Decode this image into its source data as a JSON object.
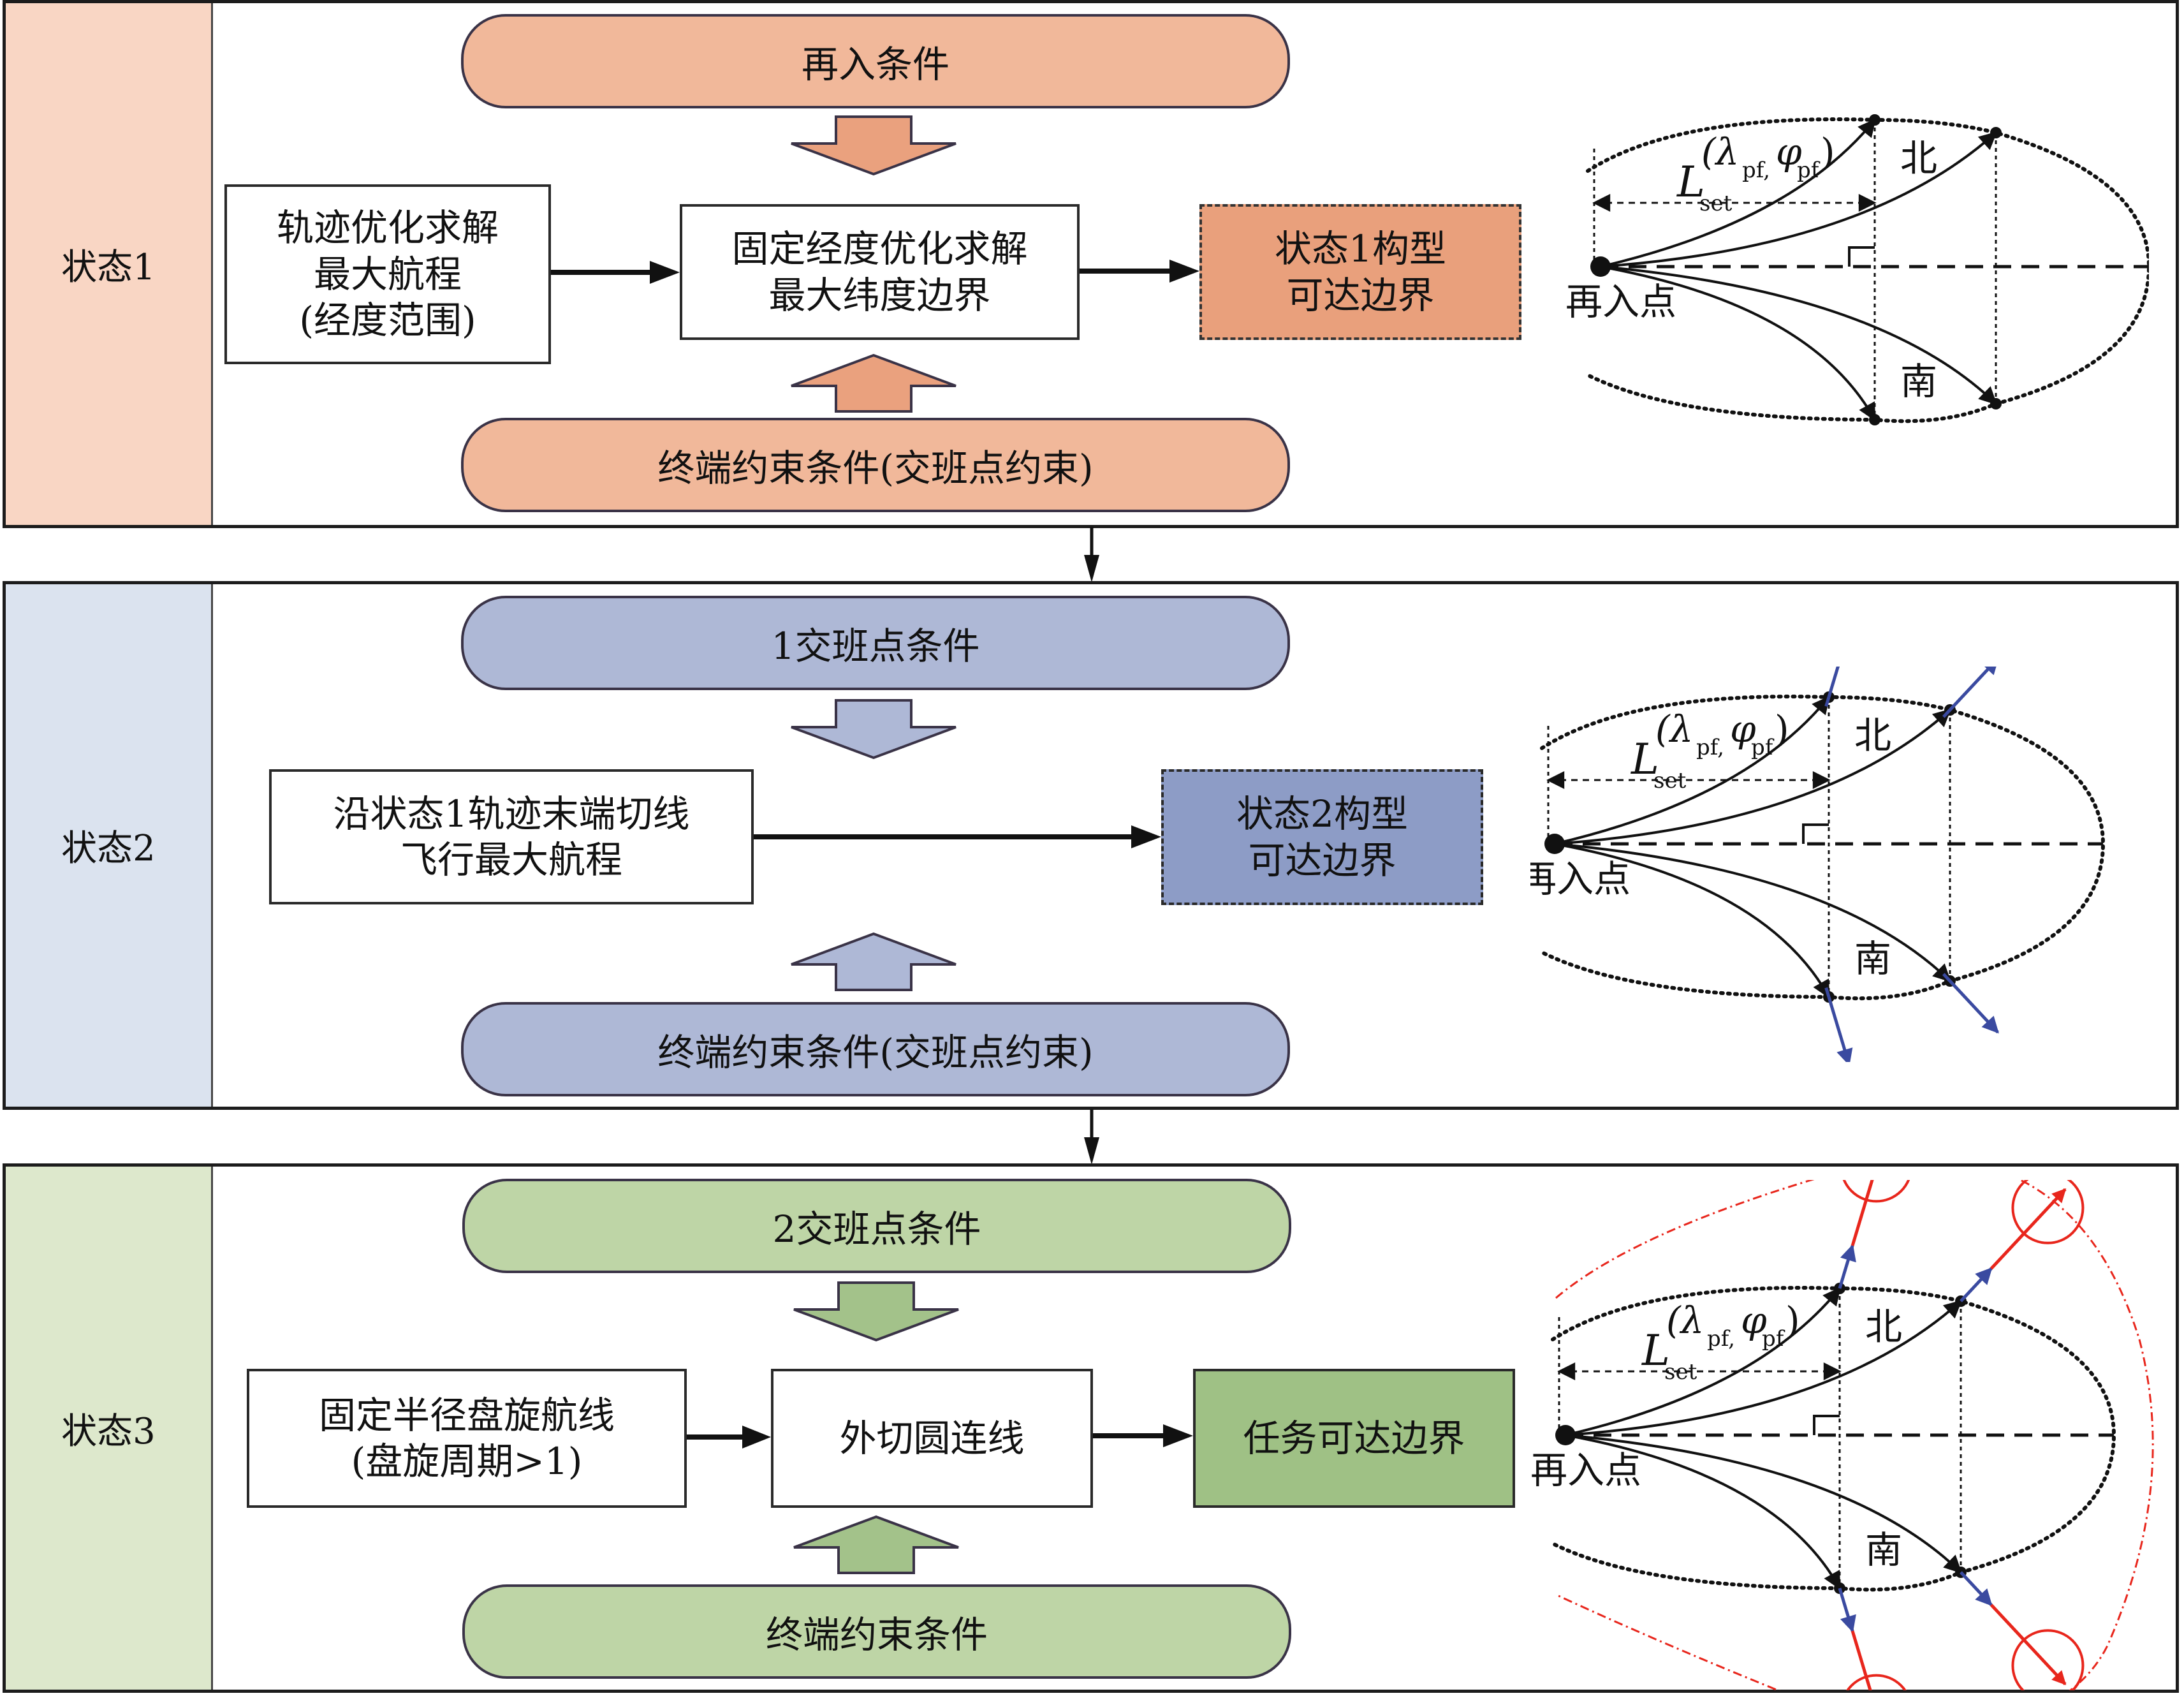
{
  "colors": {
    "state1_side": "#f9d6c4",
    "state1_pill": "#f1b89a",
    "state1_arrow": "#eaa17e",
    "state1_result": "#e9a07c",
    "state2_side": "#dbe3ef",
    "state2_pill": "#aeb8d6",
    "state2_arrow": "#aeb8d6",
    "state2_result": "#8d9cc6",
    "state3_side": "#dde8cc",
    "state3_pill": "#bed5a6",
    "state3_arrow": "#a3c28a",
    "state3_result": "#9fc185",
    "tangent_arrow": "#3a4aa0",
    "circle_red": "#e8261c"
  },
  "states": [
    {
      "label": "状态1",
      "top_condition": "再入条件",
      "bottom_condition": "终端约束条件(交班点约束)",
      "step1": "轨迹优化求解\n最大航程\n(经度范围)",
      "step2": "固定经度优化求解\n最大纬度边界",
      "result": "状态1构型\n可达边界"
    },
    {
      "label": "状态2",
      "top_condition": "1交班点条件",
      "bottom_condition": "终端约束条件(交班点约束)",
      "step1": "沿状态1轨迹末端切线\n飞行最大航程",
      "result": "状态2构型\n可达边界"
    },
    {
      "label": "状态3",
      "top_condition": "2交班点条件",
      "bottom_condition": "终端约束条件",
      "step1": "固定半径盘旋航线\n(盘旋周期>1)",
      "step2": "外切圆连线",
      "result": "任务可达边界"
    }
  ],
  "diagram": {
    "reentry_label": "再入点",
    "north_label": "北",
    "south_label": "南",
    "distance_L": "L",
    "distance_sub": "set",
    "coord_open": "(",
    "coord_lambda": "λ",
    "coord_phi": "φ",
    "coord_sub": "pf",
    "coord_sep": ",",
    "coord_close": ")"
  }
}
